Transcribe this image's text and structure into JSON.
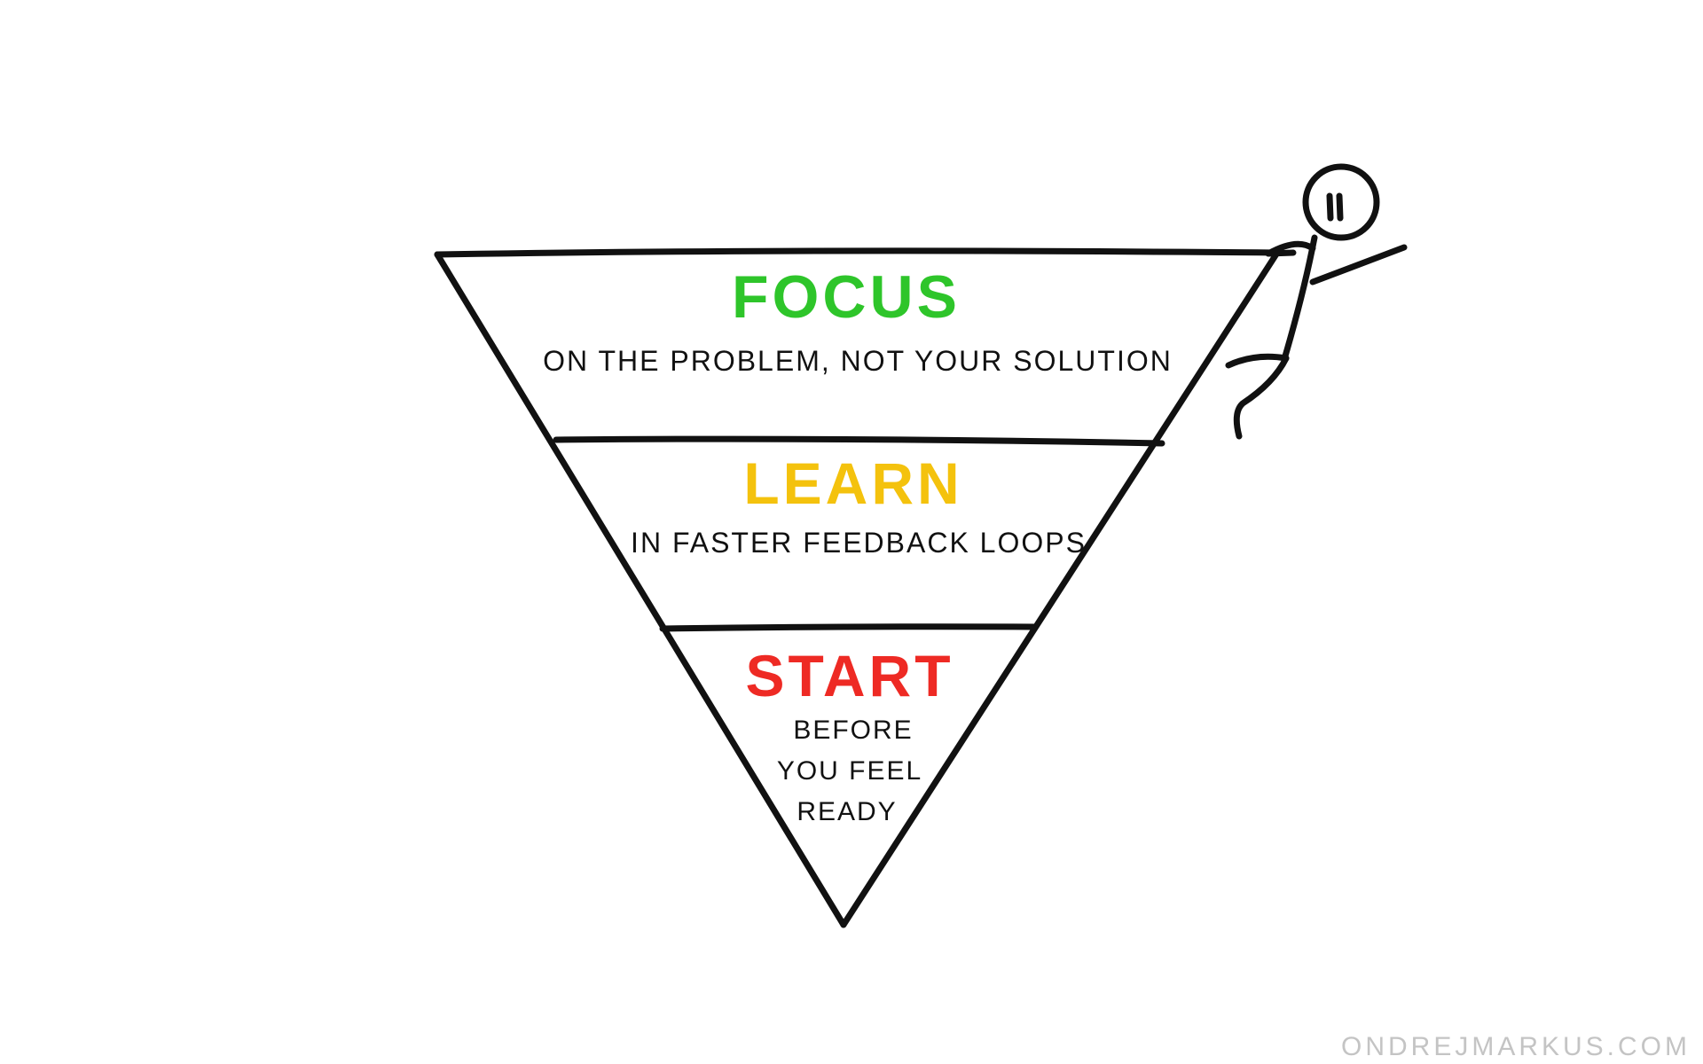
{
  "pyramid": {
    "tiers": [
      {
        "heading": "FOCUS",
        "heading_color": "#2ec52a",
        "caption_lines": [
          "ON THE PROBLEM, NOT YOUR SOLUTION"
        ]
      },
      {
        "heading": "LEARN",
        "heading_color": "#f4c20d",
        "caption_lines": [
          "IN FASTER FEEDBACK LOOPS"
        ]
      },
      {
        "heading": "START",
        "heading_color": "#ee2a24",
        "caption_lines": [
          "BEFORE",
          "YOU FEEL",
          "READY"
        ]
      }
    ]
  },
  "illustration": {
    "figure_icon": "stick-figure-climbing-icon"
  },
  "credit": "ONDREJMARKUS.COM"
}
